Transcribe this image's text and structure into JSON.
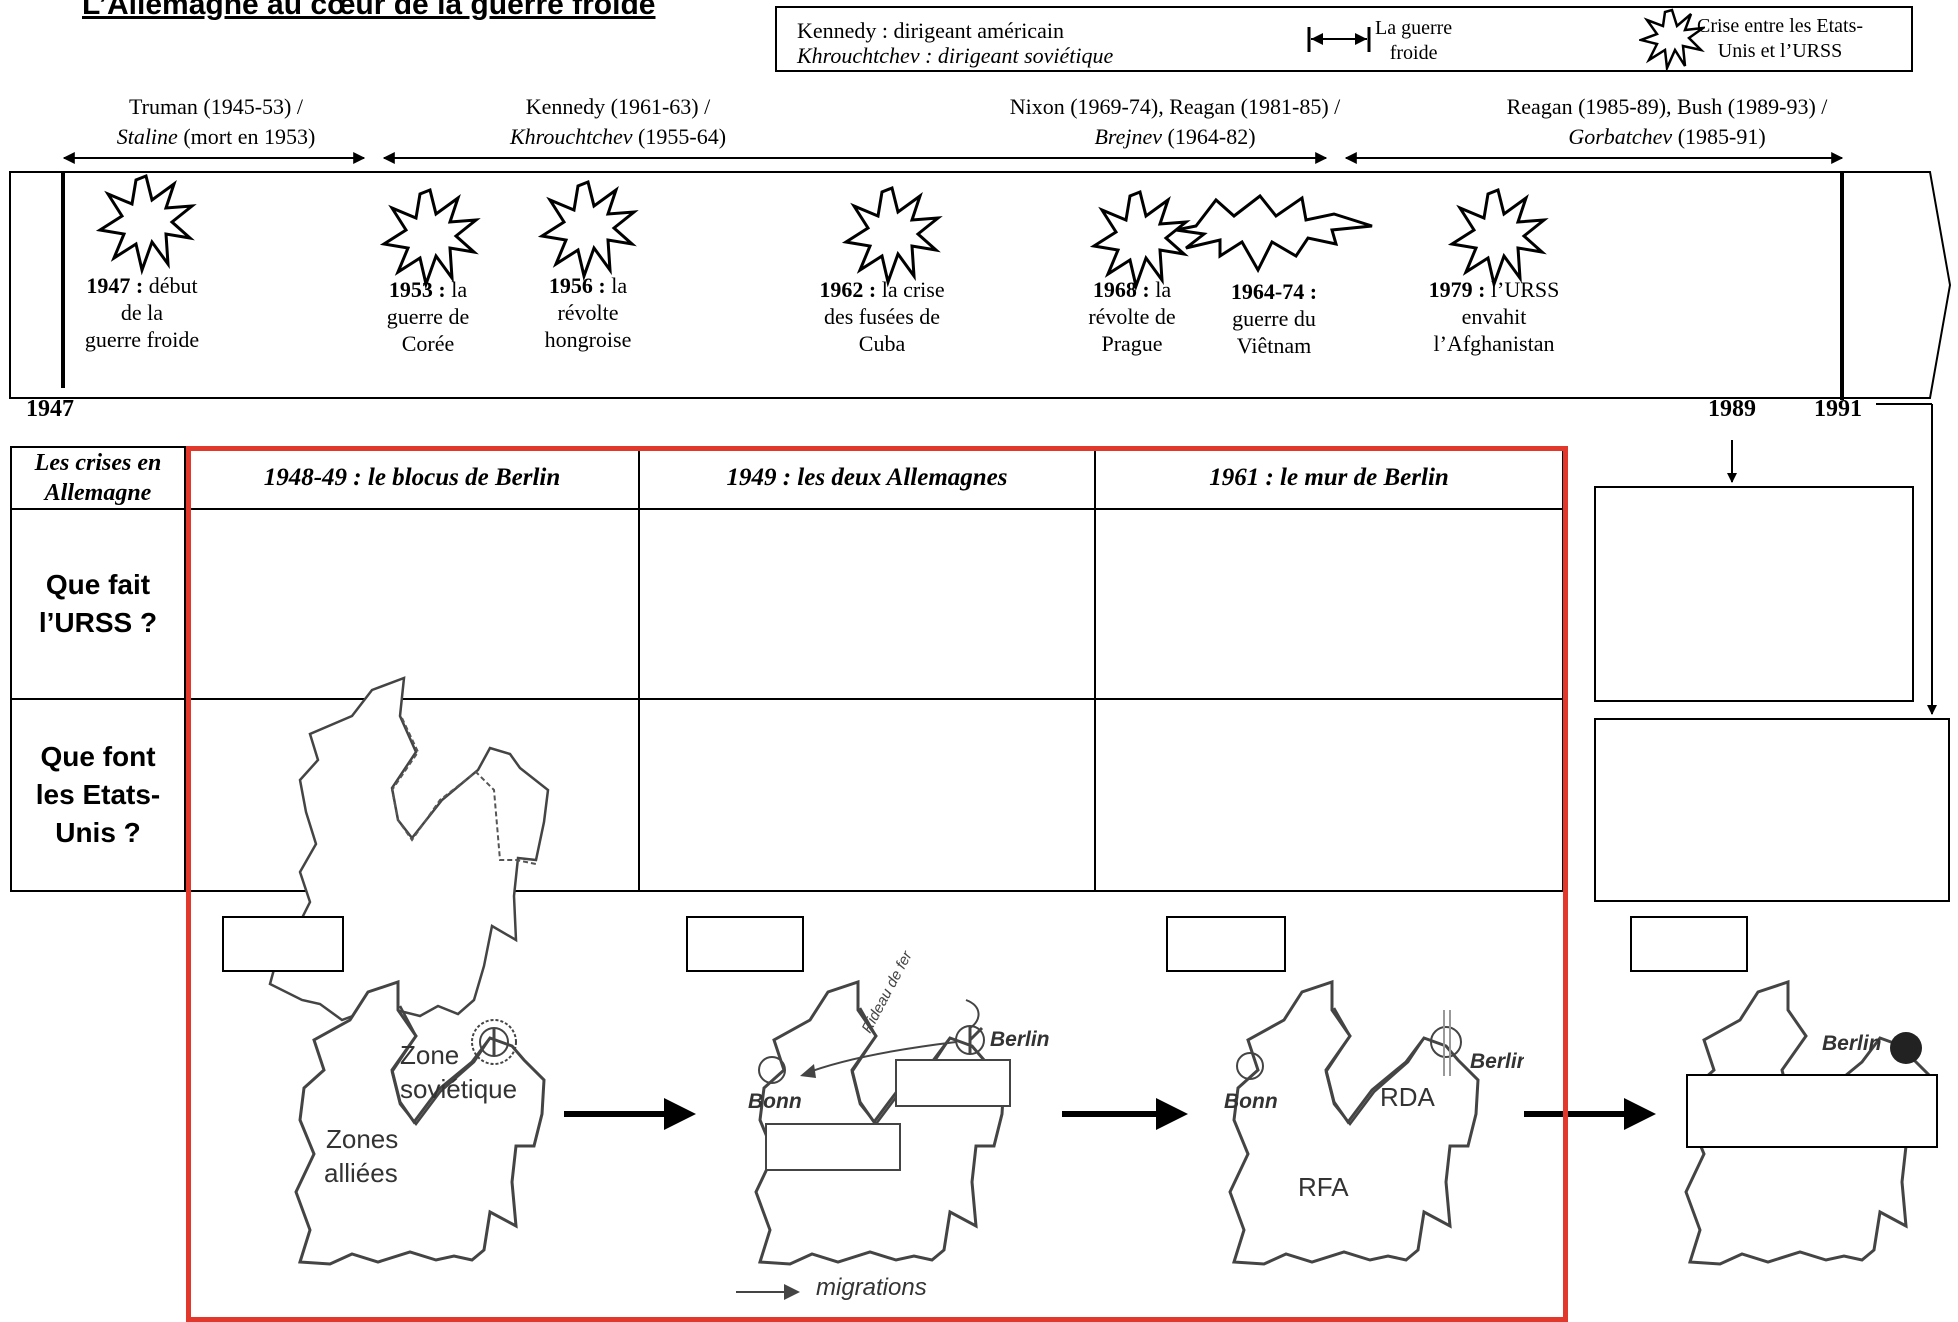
{
  "title": "L’Allemagne au cœur de la guerre froide",
  "legend": {
    "leaders_line1": "Kennedy : dirigeant américain",
    "leaders_line2": "Khrouchtchev : dirigeant soviétique",
    "cold_war_line1": "La guerre",
    "cold_war_line2": "froide",
    "crisis_line1": "Crise entre les Etats-",
    "crisis_line2": "Unis et l’URSS"
  },
  "eras": [
    {
      "line1": "Truman (1945-53)  /",
      "line2a": "Staline",
      "line2b": " (mort en 1953)"
    },
    {
      "line1": "Kennedy (1961-63) /",
      "line2a": "Khrouchtchev",
      "line2b": " (1955-64)"
    },
    {
      "line1": "Nixon (1969-74), Reagan (1981-85) /",
      "line2a": "Brejnev",
      "line2b": " (1964-82)"
    },
    {
      "line1": "Reagan (1985-89), Bush (1989-93) /",
      "line2a": "Gorbatchev",
      "line2b": " (1985-91)"
    }
  ],
  "events": [
    {
      "year": "1947",
      "sep": " : ",
      "l1": "début",
      "l2": "de la",
      "l3": "guerre froide"
    },
    {
      "year": "1953",
      "sep": " : ",
      "l1": "la",
      "l2": "guerre de",
      "l3": "Corée"
    },
    {
      "year": "1956",
      "sep": " : ",
      "l1": "la",
      "l2": "révolte",
      "l3": "hongroise"
    },
    {
      "year": "1962",
      "sep": " : ",
      "l1": "la crise",
      "l2": "des fusées de",
      "l3": "Cuba"
    },
    {
      "year": "1968",
      "sep": " : ",
      "l1": "la",
      "l2": "révolte de",
      "l3": "Prague"
    },
    {
      "year": "1964-74",
      "sep": " :",
      "l1": "",
      "l2": "guerre du",
      "l3": "Viêtnam"
    },
    {
      "year": "1979",
      "sep": " : ",
      "l1": "l’URSS",
      "l2": "envahit",
      "l3": "l’Afghanistan"
    }
  ],
  "years": {
    "start": "1947",
    "y1989": "1989",
    "y1991": "1991"
  },
  "table": {
    "corner_line1": "Les crises en",
    "corner_line2": "Allemagne",
    "columns": [
      "1948-49 : le blocus de Berlin",
      "1949 : les deux Allemagnes",
      "1961 : le mur de Berlin"
    ],
    "row1_line1": "Que fait",
    "row1_line2": "l’URSS ?",
    "row2_line1": "Que font",
    "row2_line2": "les Etats-",
    "row2_line3": "Unis ?"
  },
  "maps": {
    "zone_sov_1": "Zone",
    "zone_sov_2": "soviétique",
    "zones_all_1": "Zones",
    "zones_all_2": "alliées",
    "rideau": "Rideau de fer",
    "berlin": "Berlin",
    "bonn": "Bonn",
    "rda": "RDA",
    "rfa": "RFA",
    "migrations": "migrations"
  }
}
